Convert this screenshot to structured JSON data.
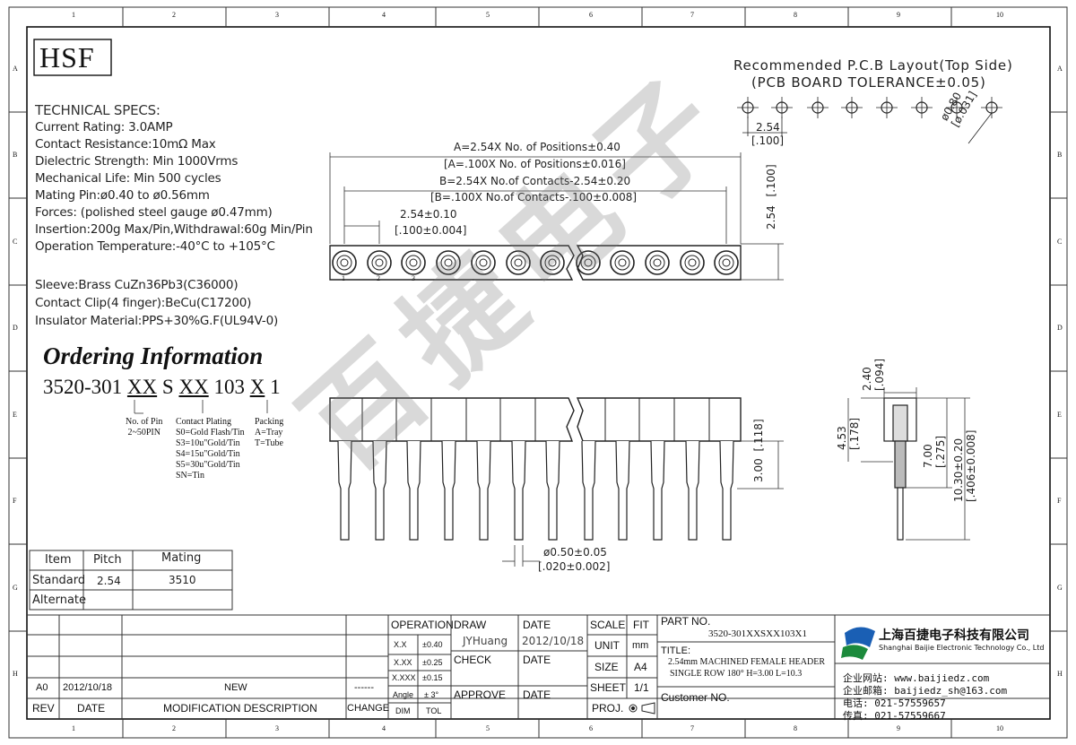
{
  "grid": {
    "cols": [
      "1",
      "2",
      "3",
      "4",
      "5",
      "6",
      "7",
      "8",
      "9",
      "10"
    ],
    "rows": [
      "A",
      "B",
      "C",
      "D",
      "E",
      "F",
      "G",
      "H"
    ]
  },
  "logo": "HSF",
  "specs": {
    "heading": "TECHNICAL SPECS:",
    "lines": [
      "Current Rating: 3.0AMP",
      "Contact Resistance:10mΩ Max",
      "Dielectric Strength: Min 1000Vrms",
      "Mechanical Life: Min 500 cycles",
      "Mating Pin:ø0.40 to ø0.56mm",
      "Forces: (polished steel gauge ø0.47mm)",
      "Insertion:200g Max/Pin,Withdrawal:60g Min/Pin",
      "Operation Temperature:-40°C to +105°C"
    ],
    "materials": [
      "Sleeve:Brass CuZn36Pb3(C36000)",
      "Contact Clip(4 finger):BeCu(C17200)",
      "Insulator Material:PPS+30%G.F(UL94V-0)"
    ]
  },
  "ordering": {
    "title": "Ordering Information",
    "code": {
      "p1": "3520-301 ",
      "xx1": "XX",
      "p2": " S ",
      "xx2": "XX",
      "p3": " 103 ",
      "x": "X",
      "p4": " 1"
    },
    "pins_label": [
      "No. of Pin",
      "2~50PIN"
    ],
    "plating_label": [
      "Contact Plating",
      "S0=Gold Flash/Tin",
      "S3=10u\"Gold/Tin",
      "S4=15u\"Gold/Tin",
      "S5=30u\"Gold/Tin",
      "SN=Tin"
    ],
    "packing_label": [
      "Packing",
      "A=Tray",
      "T=Tube"
    ]
  },
  "pcb": {
    "title": "Recommended P.C.B Layout(Top Side)",
    "tolerance": "(PCB BOARD TOLERANCE±0.05)",
    "pitch": "2.54",
    "pitch_in": "[.100]",
    "hole": "ø0.80",
    "hole_in": "[ø.031]"
  },
  "dims": {
    "a": "A=2.54X No. of Positions±0.40",
    "a_in": "[A=.100X No. of Positions±0.016]",
    "b": "B=2.54X No.of Contacts-2.54±0.20",
    "b_in": "[B=.100X No.of Contacts-.100±0.008]",
    "pitch": "2.54±0.10",
    "pitch_in": "[.100±0.004]",
    "height": "2.54",
    "height_in": "[.100]",
    "pin_numbers": [
      "1",
      "2",
      "3"
    ],
    "tail": "3.00",
    "tail_in": "[.118]",
    "pin_dia": "ø0.50±0.05",
    "pin_dia_in": "[.020±0.002]",
    "side_top": "2.40",
    "side_top_in": "[.094]",
    "side_a": "4.53",
    "side_a_in": "[.178]",
    "side_b": "7.00",
    "side_b_in": "[.275]",
    "side_c": "10.30±0.20",
    "side_c_in": "[.406±0.008]"
  },
  "watermark": "百捷电子",
  "table": {
    "headers": [
      "Item",
      "Pitch",
      "Mating"
    ],
    "rows": [
      [
        "Standard",
        "2.54",
        "3510"
      ],
      [
        "Alternate",
        "",
        ""
      ]
    ]
  },
  "title_block": {
    "operation": "OPERATION",
    "draw": "DRAW",
    "date": "DATE",
    "scale": "SCALE",
    "fit": "FIT",
    "xx": "X.X",
    "xx_tol": "±0.40",
    "xxx": "X.XX",
    "xxx_tol": "±0.25",
    "xxxx": "X.XXX",
    "xxxx_tol": "±0.15",
    "angle": "Angle",
    "angle_tol": "± 3°",
    "dim": "DIM",
    "tol": "TOL",
    "drawer": "JYHuang",
    "draw_date": "2012/10/18",
    "check": "CHECK",
    "check_date": "DATE",
    "approve": "APPROVE",
    "approve_date": "DATE",
    "unit": "UNIT",
    "unit_val": "mm",
    "size": "SIZE",
    "size_val": "A4",
    "sheet": "SHEET",
    "sheet_val": "1/1",
    "proj": "PROJ.",
    "partno_label": "PART NO.",
    "partno": "3520-301XXSXX103X1",
    "title_label": "TITLE:",
    "title_l1": "2.54mm MACHINED FEMALE HEADER",
    "title_l2": "SINGLE ROW 180° H=3.00 L=10.3",
    "customer": "Customer NO.",
    "rev_label": "REV",
    "date_label": "DATE",
    "mod_label": "MODIFICATION DESCRIPTION",
    "change_label": "CHANGE",
    "rev": "A0",
    "rev_date": "2012/10/18",
    "rev_desc": "NEW",
    "rev_change": "------"
  },
  "company": {
    "name_cn": "上海百捷电子科技有限公司",
    "name_en": "Shanghai Baijie Electronic Technology Co., Ltd",
    "web": "企业网站: www.baijiedz.com",
    "mail": "企业邮箱: baijiedz_sh@163.com",
    "tel": "电话: 021-57559657",
    "fax": "传真: 021-57559667",
    "logo_color": "#1c8a3c",
    "accent": "#1a5fb4"
  }
}
